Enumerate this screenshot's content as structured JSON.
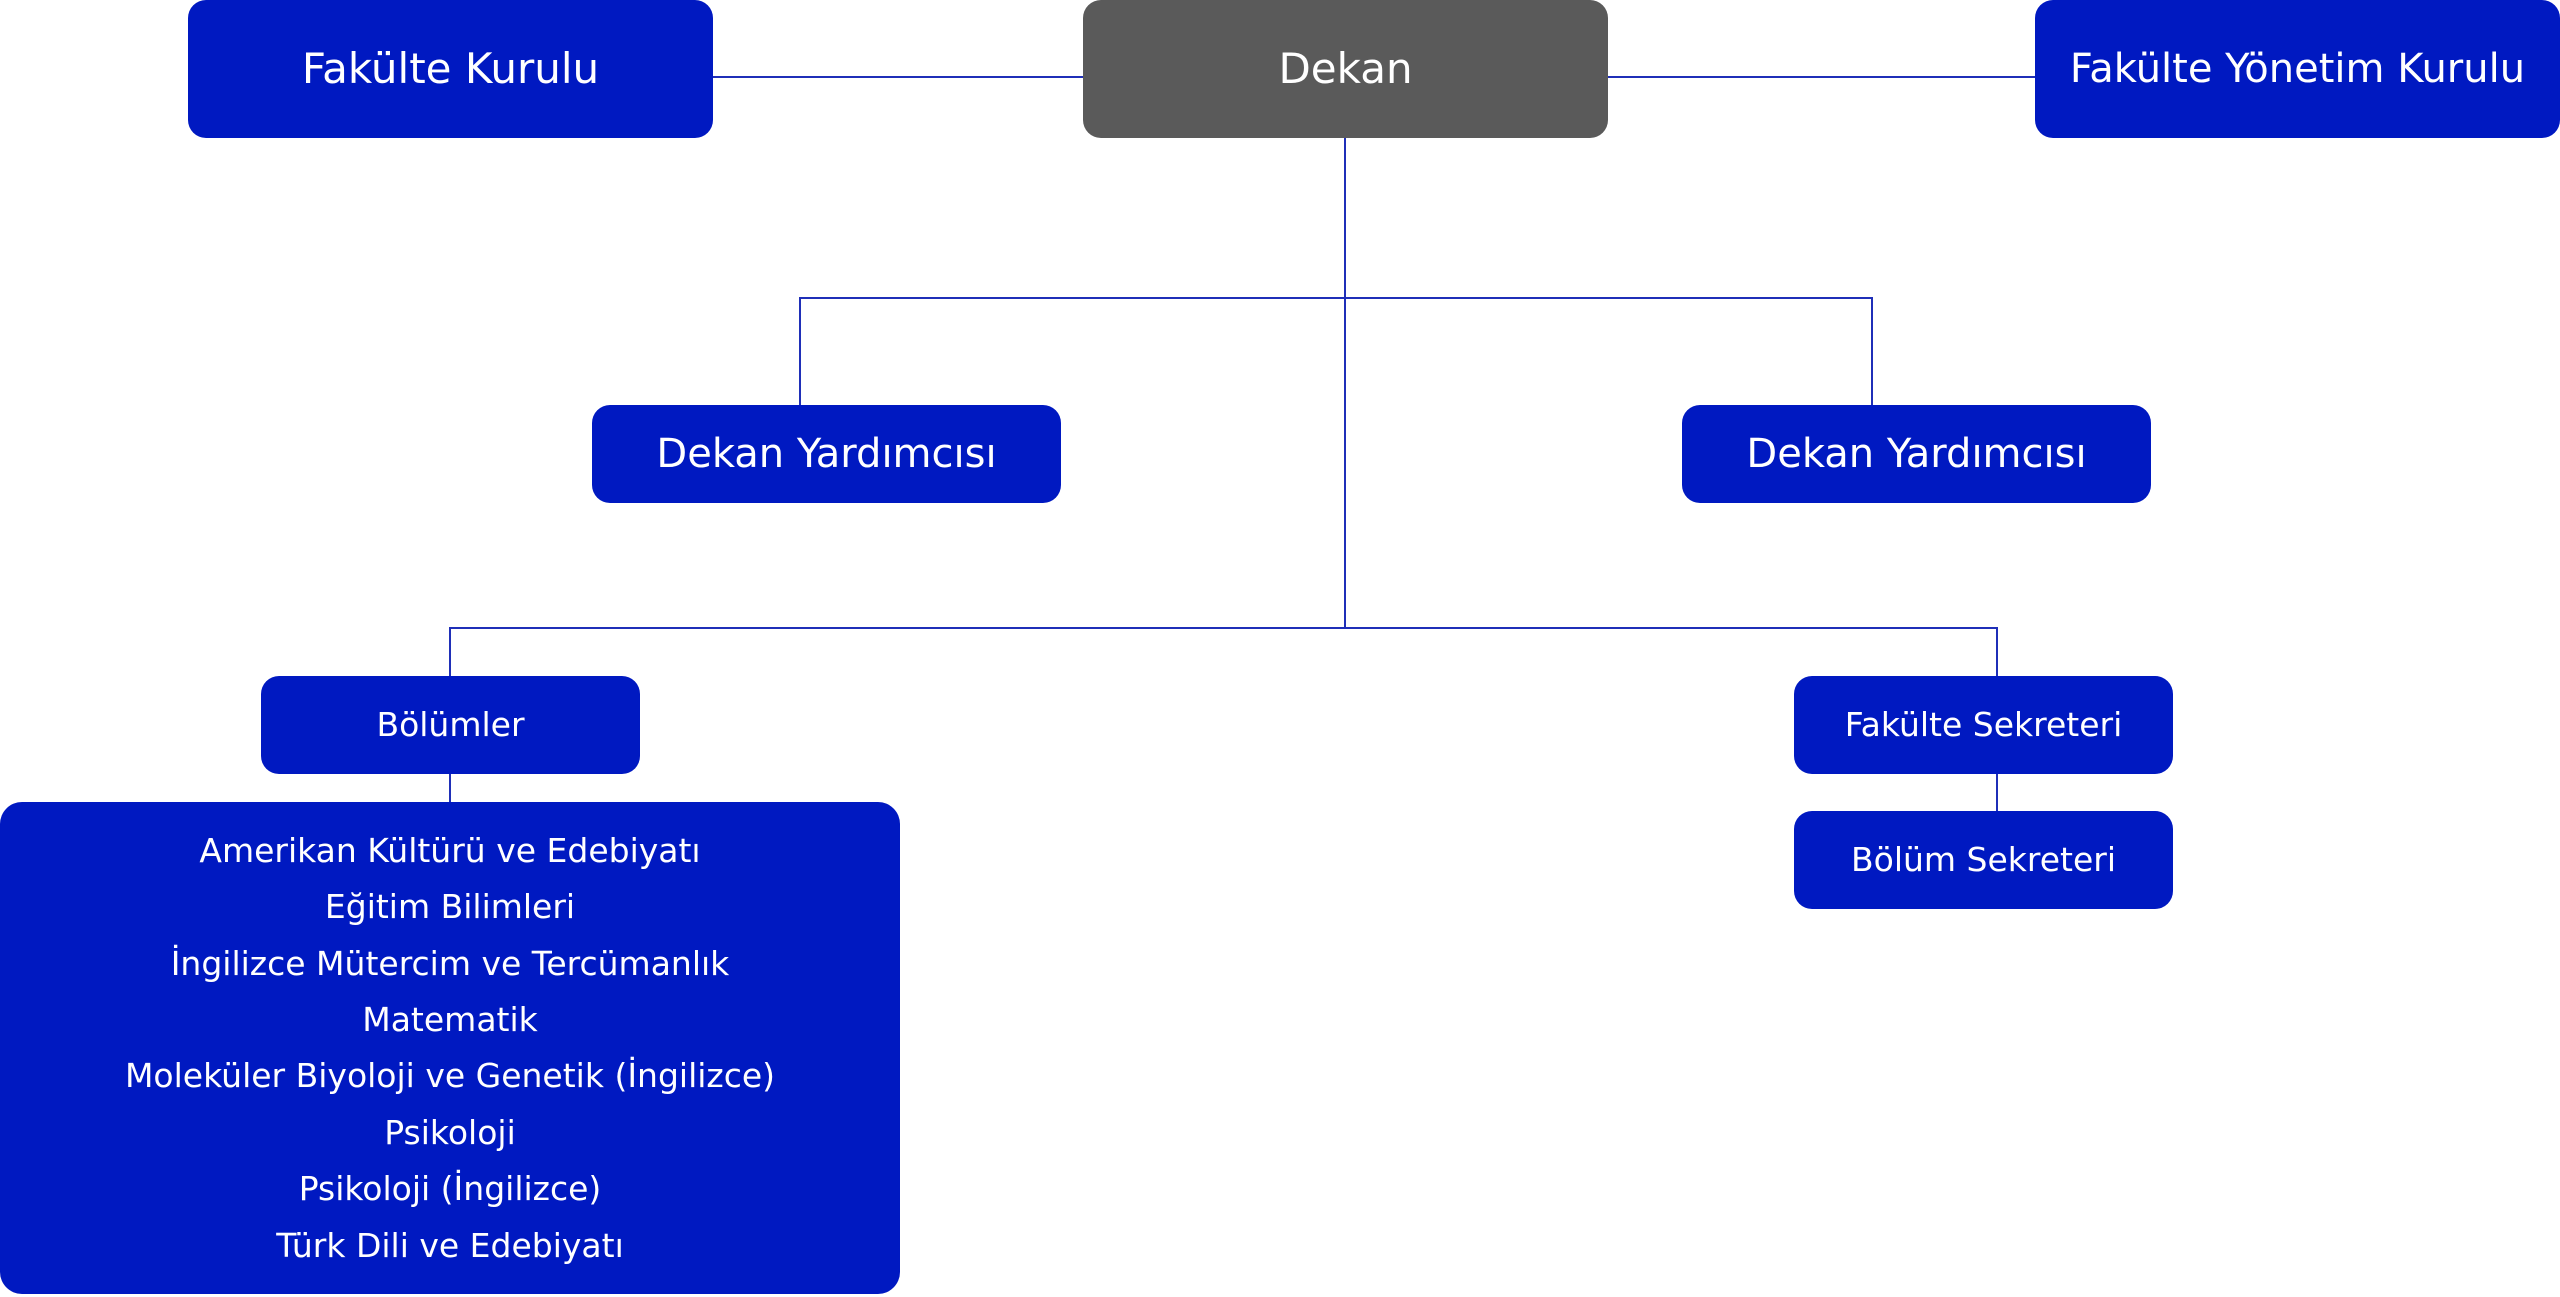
{
  "colors": {
    "node_fill": "#0019c1",
    "dean_fill": "#5a5a5a",
    "connector": "#1f2fb8",
    "text": "#ffffff",
    "background": "#ffffff"
  },
  "nodes": {
    "fakulte_kurulu": "Fakülte Kurulu",
    "dekan": "Dekan",
    "fakulte_yonetim_kurulu": "Fakülte Yönetim Kurulu",
    "dekan_yardimcisi_left": "Dekan Yardımcısı",
    "dekan_yardimcisi_right": "Dekan Yardımcısı",
    "bolumler": "Bölümler",
    "fakulte_sekreteri": "Fakülte Sekreteri",
    "bolum_sekreteri": "Bölüm Sekreteri"
  },
  "departments": [
    "Amerikan Kültürü ve Edebiyatı",
    "Eğitim Bilimleri",
    "İngilizce Mütercim ve Tercümanlık",
    "Matematik",
    "Moleküler Biyoloji ve Genetik (İngilizce)",
    "Psikoloji",
    "Psikoloji (İngilizce)",
    "Türk Dili ve Edebiyatı"
  ]
}
